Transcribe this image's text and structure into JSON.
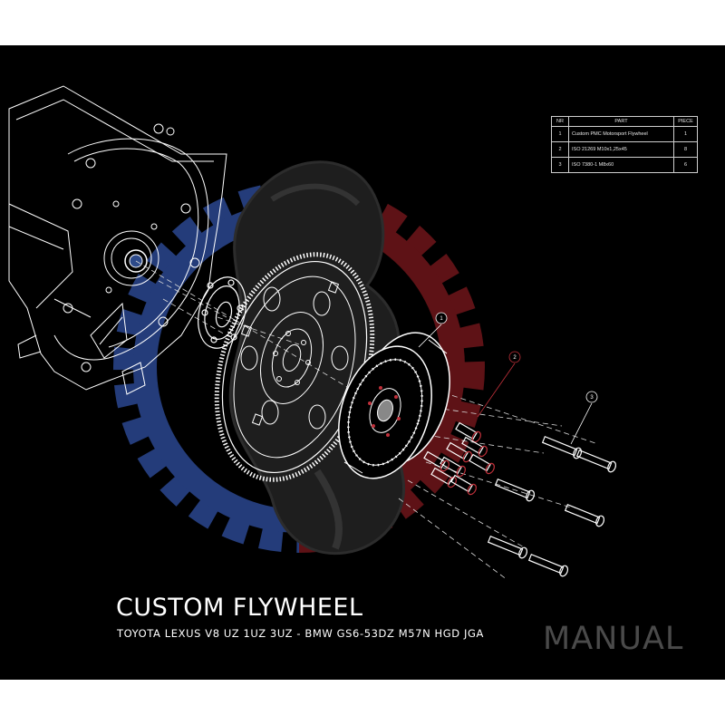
{
  "title": "CUSTOM FLYWHEEL",
  "subtitle": "TOYOTA LEXUS V8 UZ 1UZ 3UZ - BMW GS6-53DZ M57N HGD JGA",
  "watermark": "MANUAL",
  "parts_table": {
    "headers": {
      "nr": "NR",
      "part": "PART",
      "piece": "PIECE"
    },
    "rows": [
      {
        "nr": "1",
        "part": "Custom PMC Motorsport Flywheel",
        "piece": "1"
      },
      {
        "nr": "2",
        "part": "ISO 21269 M10x1,25x45",
        "piece": "8"
      },
      {
        "nr": "3",
        "part": "ISO 7380-1 M8x60",
        "piece": "6"
      }
    ]
  },
  "callouts": [
    "1",
    "2",
    "3"
  ],
  "colors": {
    "background": "#000000",
    "gear_blue": "#243c7a",
    "gear_red": "#7a1418",
    "line_art": "#ffffff",
    "highlight_red": "#c0303a"
  }
}
